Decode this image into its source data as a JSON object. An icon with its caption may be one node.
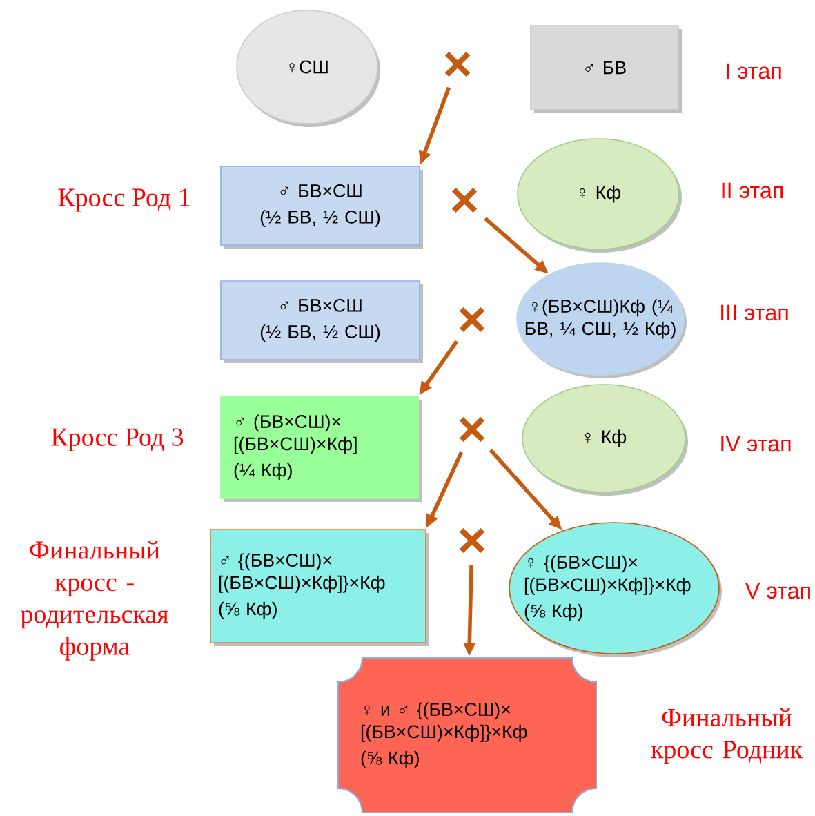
{
  "diagram": {
    "nodes": [
      {
        "text": [
          "♀СШ"
        ]
      },
      {
        "text": [],
        "shape": "cross"
      },
      {
        "text": [
          "♂ БВ"
        ]
      },
      {
        "text": [
          "♂ БВ×СШ",
          "(½ БВ, ½ СШ)"
        ]
      },
      {
        "text": [],
        "shape": "cross"
      },
      {
        "text": [
          "♀ Кф"
        ]
      },
      {
        "text": [
          "♂ БВ×СШ",
          "(½ БВ, ½ СШ)"
        ]
      },
      {
        "text": [],
        "shape": "cross"
      },
      {
        "text": [
          "♀(БВ×СШ)Кф (¼ БВ, ¼ СШ, ½ Кф)"
        ]
      },
      {
        "text": [
          "♂ (БВ×СШ)× [(БВ×СШ)×Кф]",
          "(¼ Кф)"
        ]
      },
      {
        "text": [],
        "shape": "cross"
      },
      {
        "text": [
          "♀ Кф"
        ]
      },
      {
        "text": [
          "♂ {(БВ×СШ)× [(БВ×СШ)×Кф]}×Кф",
          "(⅝ Кф)"
        ]
      },
      {
        "text": [],
        "shape": "cross"
      },
      {
        "text": [
          "♀ {(БВ×СШ)× [(БВ×СШ)×Кф]}×Кф",
          "(⅝ Кф)"
        ]
      },
      {
        "text": [
          "♀ и ♂ {(БВ×СШ)× [(БВ×СШ)×Кф]}×Кф",
          "(⅝ Кф)"
        ]
      }
    ],
    "edges": [
      {
        "from": 1,
        "to": 3,
        "arrow": "to"
      },
      {
        "from": 4,
        "to": 8,
        "arrow": "to"
      },
      {
        "from": 7,
        "to": 9,
        "arrow": "to"
      },
      {
        "from": 10,
        "to": 12,
        "arrow": "to"
      },
      {
        "from": 10,
        "to": 14,
        "arrow": "to"
      },
      {
        "from": 13,
        "to": 15,
        "arrow": "to"
      }
    ],
    "labels": [
      "I этап",
      "Кросс Род 1",
      "II этап",
      "III этап",
      "Кросс Род 3",
      "IV этап",
      "Финальный кросс - родительская форма",
      "V этап",
      "Финальный кросс Родник"
    ]
  }
}
